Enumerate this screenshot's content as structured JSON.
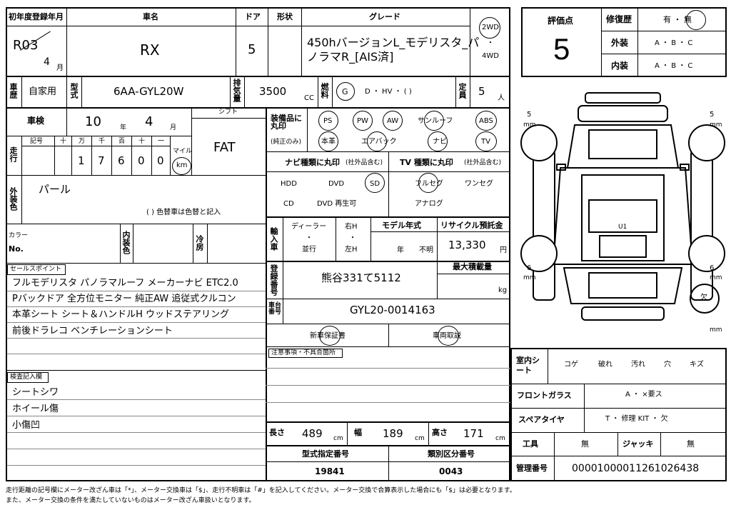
{
  "header": {
    "first_reg_label": "初年度登録年月",
    "reg_era_year": "R03",
    "reg_month": "4",
    "month_unit": "月",
    "car_name_label": "車名",
    "car_name": "RX",
    "door_label": "ドア",
    "doors": "5",
    "shape_label": "形状",
    "grade_label": "グレード",
    "grade_line1": "450hバージョンL_モデリスタ_パ",
    "grade_line2": "ノラマR_[AIS済]",
    "drive_2wd": "2WD",
    "drive_dot": "・",
    "drive_4wd": "4WD"
  },
  "score": {
    "label": "評価点",
    "value": "5",
    "repair_label": "修復歴",
    "repair_options": "有 ・ 無",
    "exterior_label": "外装",
    "interior_label": "内装",
    "abc": "A ・ B ・ C"
  },
  "vehicle": {
    "usage_label": "車歴",
    "usage": "自家用",
    "model_label": "型式",
    "model": "6AA-GYL20W",
    "displacement_label": "排気量",
    "displacement": "3500",
    "cc": "CC",
    "fuel_label": "燃料",
    "fuel_g": "G",
    "fuel_rest": "D ・ HV ・ (      )",
    "capacity_label": "定員",
    "capacity": "5",
    "capacity_unit": "人"
  },
  "inspection": {
    "shaken_label": "車検",
    "year": "10",
    "year_unit": "年",
    "month": "4",
    "month_unit": "月",
    "shift_label": "シフト",
    "shift": "FAT",
    "mileage_label": "走行",
    "odo_headers": [
      "記号",
      "十",
      "万",
      "千",
      "百",
      "十",
      "一"
    ],
    "odo_digits": [
      "1",
      "7",
      "6",
      "0",
      "0"
    ],
    "mile_label": "マイル",
    "km_label": "km"
  },
  "equipment": {
    "label": "装備品に丸印",
    "sublabel": "(純正のみ)",
    "row1": [
      "PS",
      "PW",
      "AW",
      "サンルーフ",
      "ABS"
    ],
    "row2": [
      "本革",
      "エアバック",
      "ナビ",
      "TV"
    ]
  },
  "navi": {
    "label": "ナビ種類に丸印",
    "sub": "(社外品含む)",
    "items": [
      "HDD",
      "DVD",
      "SD",
      "CD",
      "DVD 再生可"
    ]
  },
  "tv": {
    "label": "TV 種類に丸印",
    "sub": "(社外品含む)",
    "items": [
      "フルセグ",
      "ワンセグ",
      "アナログ"
    ]
  },
  "color": {
    "label": "外装色",
    "value": "パール",
    "note": "(        ) 色替車は色替と記入",
    "color_no_label_a": "カラー",
    "color_no_label_b": "No.",
    "interior_label": "内装色",
    "ac_label": "冷房"
  },
  "import": {
    "label": "輸入車",
    "dealer": "ディーラー",
    "dot": "・",
    "parallel": "並行",
    "rh": "右H",
    "lh": "左H",
    "model_year_label": "モデル年式",
    "year_unit": "年",
    "unknown": "不明",
    "recycle_label": "リサイクル預託金",
    "recycle": "13,330",
    "yen": "円"
  },
  "registration": {
    "label": "登録番号",
    "plate": "熊谷331て5112",
    "max_load_label": "最大積載量",
    "kg": "kg",
    "chassis_label": "車台番号",
    "chassis": "GYL20-0014163",
    "warranty": "新車保証書",
    "manual": "車両取説",
    "notes_label": "注意事項・不具合箇所"
  },
  "sales": {
    "label": "セールスポイント",
    "lines": [
      "フルモデリスタ  パノラマルーフ  メーカーナビ  ETC2.0",
      "Pバックドア  全方位モニター  純正AW  追従式クルコン",
      "本革シート  シート＆ハンドルH  ウッドステアリング",
      "前後ドラレコ  ベンチレーションシート"
    ]
  },
  "inspector": {
    "label": "検査記入欄",
    "lines": [
      "シートシワ",
      "ホイール傷",
      "小傷凹"
    ]
  },
  "dimensions": {
    "length_label": "長さ",
    "length": "489",
    "width_label": "幅",
    "width": "189",
    "height_label": "高さ",
    "height": "171",
    "cm": "cm",
    "type_no_label": "型式指定番号",
    "type_no": "19841",
    "class_no_label": "類別区分番号",
    "class_no": "0043"
  },
  "diagram": {
    "five": "5",
    "six": "6",
    "mm": "mm",
    "u1": "U1",
    "missing": "欠"
  },
  "interior": {
    "seat_label": "室内シート",
    "seat_items": [
      "コゲ",
      "破れ",
      "汚れ",
      "穴",
      "キズ"
    ],
    "glass_label": "フロントガラス",
    "glass_items": "A ・ ×要ス",
    "spare_label": "スペアタイヤ",
    "spare_items": "T ・ 修理 KIT ・ 欠",
    "tool_label": "工具",
    "tool": "無",
    "jack_label": "ジャッキ",
    "jack": "無",
    "mgmt_label": "管理番号",
    "mgmt": "00001000011261026438"
  },
  "footer": {
    "line1": "走行距離の記号欄にメーター改ざん車は「*」、メーター交換車は「$」、走行不明車は「#」を記入してください。メーター交換で合算表示した場合にも「$」は必要となります。",
    "line2": "また、メーター交換の条件を満たしていないものはメーター改ざん車扱いとなります。"
  }
}
